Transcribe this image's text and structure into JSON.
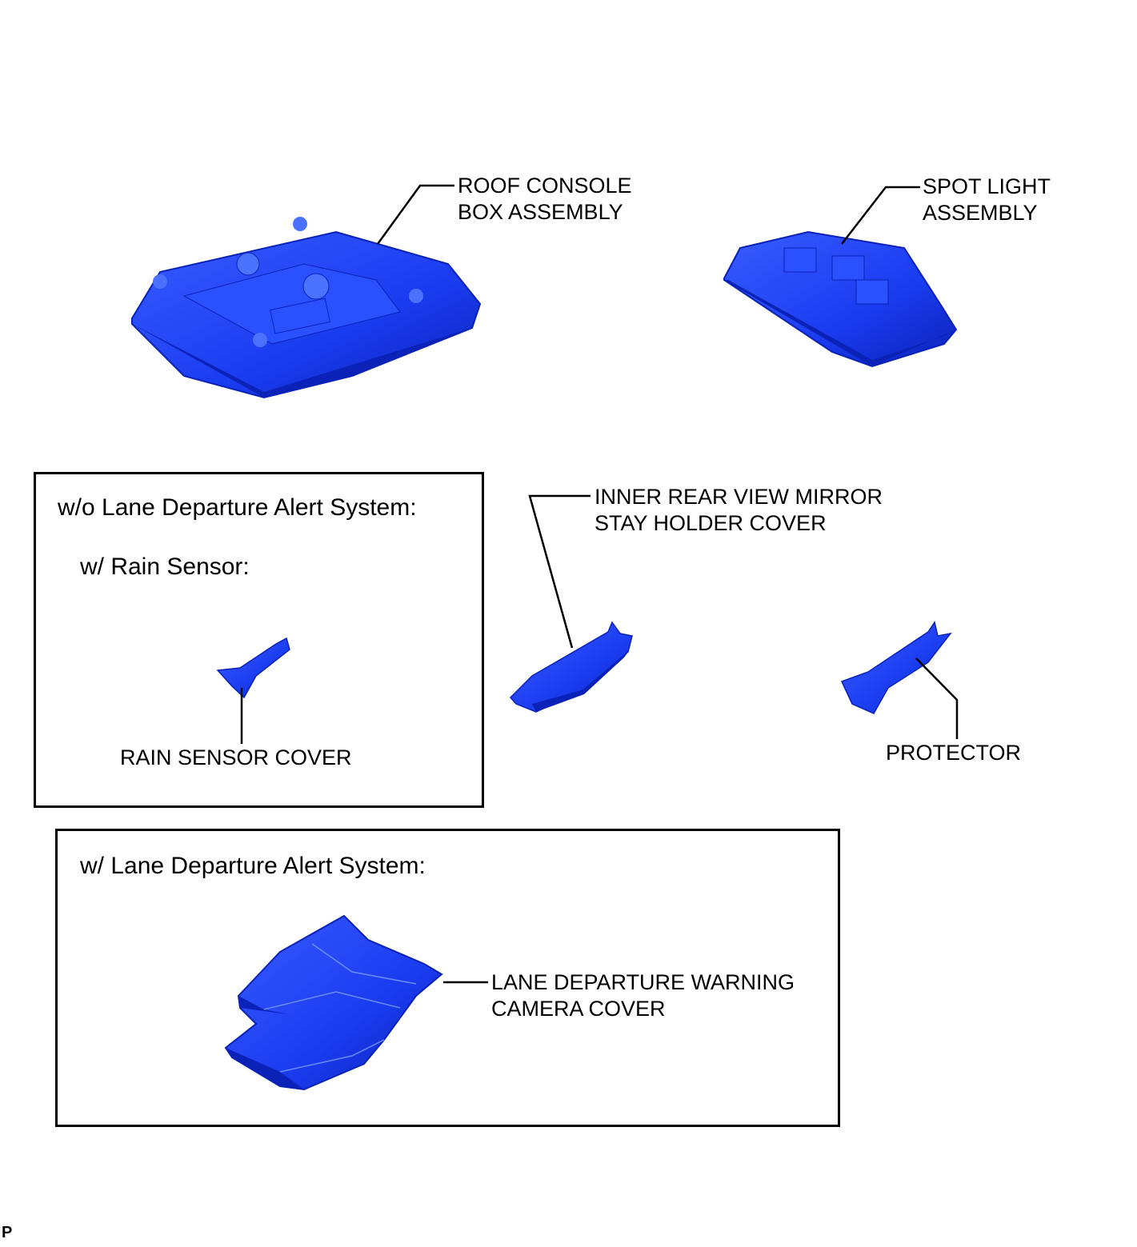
{
  "labels": {
    "roof_console": [
      "ROOF CONSOLE",
      "BOX ASSEMBLY"
    ],
    "spot_light": [
      "SPOT LIGHT",
      "ASSEMBLY"
    ],
    "mirror_cover": [
      "INNER REAR VIEW MIRROR",
      "STAY HOLDER COVER"
    ],
    "rain_sensor_cover": "RAIN SENSOR COVER",
    "protector": "PROTECTOR",
    "camera_cover": [
      "LANE DEPARTURE WARNING",
      "CAMERA COVER"
    ]
  },
  "boxes": {
    "without_lda": {
      "title": "w/o Lane Departure Alert System:",
      "subtitle": "w/ Rain Sensor:"
    },
    "with_lda": {
      "title": "w/ Lane Departure Alert System:"
    }
  },
  "footer_code": "P",
  "colors": {
    "part_fill": "#1a3cf0",
    "part_dark": "#0a22b8",
    "part_light": "#4a72ff",
    "leader": "#000000"
  }
}
